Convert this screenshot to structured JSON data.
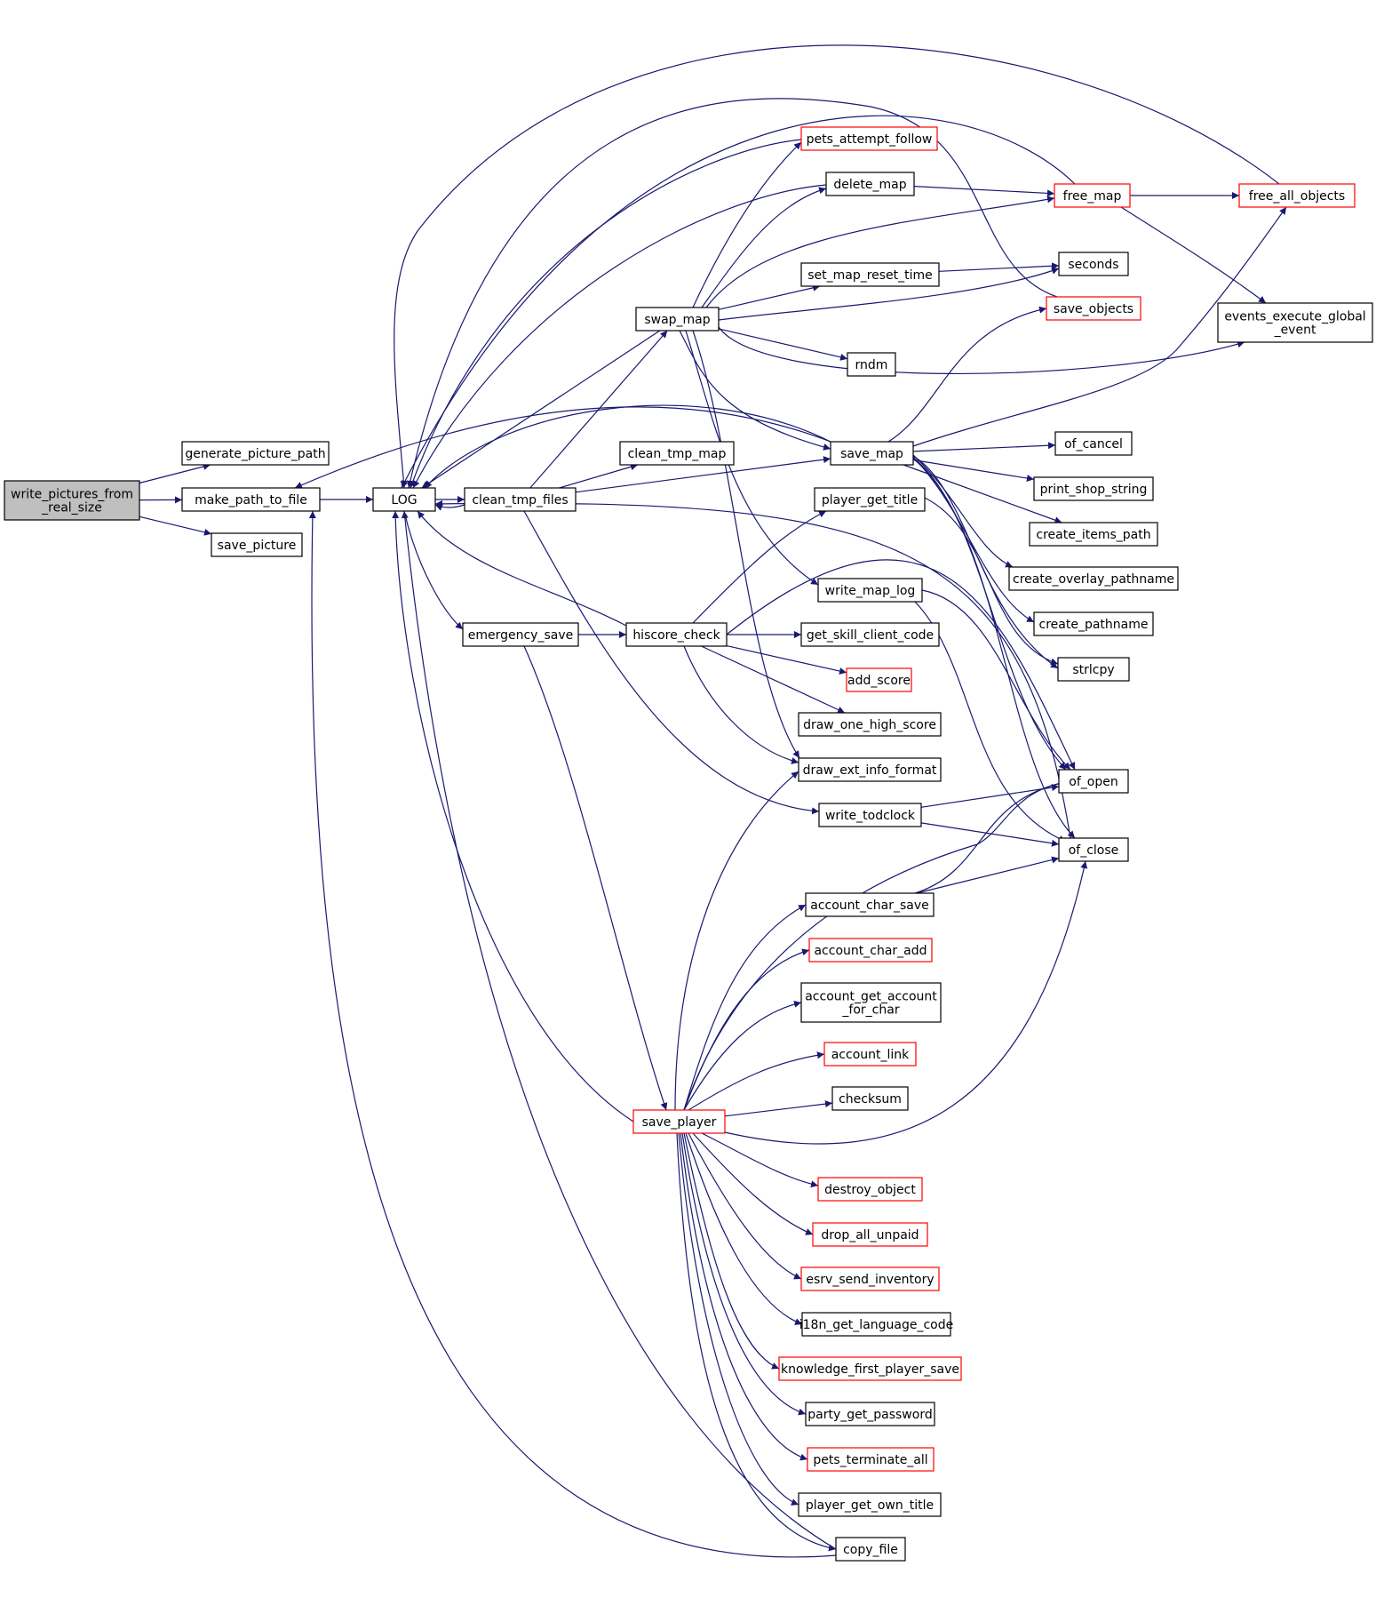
{
  "colors": {
    "edge": "#191970",
    "box_border_normal": "#000000",
    "box_border_truncated": "#ff0000",
    "root_fill": "#bfbfbf",
    "box_fill": "#ffffff"
  },
  "nodes": [
    {
      "id": "write_pictures_from_real_size",
      "lines": [
        "write_pictures_from",
        "_real_size"
      ],
      "root": true,
      "truncated": false
    },
    {
      "id": "generate_picture_path",
      "lines": [
        "generate_picture_path"
      ],
      "truncated": false
    },
    {
      "id": "make_path_to_file",
      "lines": [
        "make_path_to_file"
      ],
      "truncated": false
    },
    {
      "id": "save_picture",
      "lines": [
        "save_picture"
      ],
      "truncated": false
    },
    {
      "id": "LOG",
      "lines": [
        "LOG"
      ],
      "truncated": false
    },
    {
      "id": "clean_tmp_files",
      "lines": [
        "clean_tmp_files"
      ],
      "truncated": false
    },
    {
      "id": "emergency_save",
      "lines": [
        "emergency_save"
      ],
      "truncated": false
    },
    {
      "id": "save_player",
      "lines": [
        "save_player"
      ],
      "truncated": true
    },
    {
      "id": "swap_map",
      "lines": [
        "swap_map"
      ],
      "truncated": false
    },
    {
      "id": "clean_tmp_map",
      "lines": [
        "clean_tmp_map"
      ],
      "truncated": false
    },
    {
      "id": "hiscore_check",
      "lines": [
        "hiscore_check"
      ],
      "truncated": false
    },
    {
      "id": "pets_attempt_follow",
      "lines": [
        "pets_attempt_follow"
      ],
      "truncated": true
    },
    {
      "id": "delete_map",
      "lines": [
        "delete_map"
      ],
      "truncated": false
    },
    {
      "id": "set_map_reset_time",
      "lines": [
        "set_map_reset_time"
      ],
      "truncated": false
    },
    {
      "id": "rndm",
      "lines": [
        "rndm"
      ],
      "truncated": false
    },
    {
      "id": "save_map",
      "lines": [
        "save_map"
      ],
      "truncated": false
    },
    {
      "id": "player_get_title",
      "lines": [
        "player_get_title"
      ],
      "truncated": false
    },
    {
      "id": "write_map_log",
      "lines": [
        "write_map_log"
      ],
      "truncated": false
    },
    {
      "id": "get_skill_client_code",
      "lines": [
        "get_skill_client_code"
      ],
      "truncated": false
    },
    {
      "id": "add_score",
      "lines": [
        "add_score"
      ],
      "truncated": true
    },
    {
      "id": "draw_one_high_score",
      "lines": [
        "draw_one_high_score"
      ],
      "truncated": false
    },
    {
      "id": "draw_ext_info_format",
      "lines": [
        "draw_ext_info_format"
      ],
      "truncated": false
    },
    {
      "id": "write_todclock",
      "lines": [
        "write_todclock"
      ],
      "truncated": false
    },
    {
      "id": "account_char_save",
      "lines": [
        "account_char_save"
      ],
      "truncated": false
    },
    {
      "id": "account_char_add",
      "lines": [
        "account_char_add"
      ],
      "truncated": true
    },
    {
      "id": "account_get_account_for_char",
      "lines": [
        "account_get_account",
        "_for_char"
      ],
      "truncated": false
    },
    {
      "id": "account_link",
      "lines": [
        "account_link"
      ],
      "truncated": true
    },
    {
      "id": "checksum",
      "lines": [
        "checksum"
      ],
      "truncated": false
    },
    {
      "id": "destroy_object",
      "lines": [
        "destroy_object"
      ],
      "truncated": true
    },
    {
      "id": "drop_all_unpaid",
      "lines": [
        "drop_all_unpaid"
      ],
      "truncated": true
    },
    {
      "id": "esrv_send_inventory",
      "lines": [
        "esrv_send_inventory"
      ],
      "truncated": true
    },
    {
      "id": "i18n_get_language_code",
      "lines": [
        "i18n_get_language_code"
      ],
      "truncated": false
    },
    {
      "id": "knowledge_first_player_save",
      "lines": [
        "knowledge_first_player_save"
      ],
      "truncated": true
    },
    {
      "id": "party_get_password",
      "lines": [
        "party_get_password"
      ],
      "truncated": false
    },
    {
      "id": "pets_terminate_all",
      "lines": [
        "pets_terminate_all"
      ],
      "truncated": true
    },
    {
      "id": "player_get_own_title",
      "lines": [
        "player_get_own_title"
      ],
      "truncated": false
    },
    {
      "id": "copy_file",
      "lines": [
        "copy_file"
      ],
      "truncated": false
    },
    {
      "id": "free_map",
      "lines": [
        "free_map"
      ],
      "truncated": true
    },
    {
      "id": "free_all_objects",
      "lines": [
        "free_all_objects"
      ],
      "truncated": true
    },
    {
      "id": "seconds",
      "lines": [
        "seconds"
      ],
      "truncated": false
    },
    {
      "id": "save_objects",
      "lines": [
        "save_objects"
      ],
      "truncated": true
    },
    {
      "id": "events_execute_global_event",
      "lines": [
        "events_execute_global",
        "_event"
      ],
      "truncated": false
    },
    {
      "id": "of_cancel",
      "lines": [
        "of_cancel"
      ],
      "truncated": false
    },
    {
      "id": "print_shop_string",
      "lines": [
        "print_shop_string"
      ],
      "truncated": false
    },
    {
      "id": "create_items_path",
      "lines": [
        "create_items_path"
      ],
      "truncated": false
    },
    {
      "id": "create_overlay_pathname",
      "lines": [
        "create_overlay_pathname"
      ],
      "truncated": false
    },
    {
      "id": "create_pathname",
      "lines": [
        "create_pathname"
      ],
      "truncated": false
    },
    {
      "id": "strlcpy",
      "lines": [
        "strlcpy"
      ],
      "truncated": false
    },
    {
      "id": "of_open",
      "lines": [
        "of_open"
      ],
      "truncated": false
    },
    {
      "id": "of_close",
      "lines": [
        "of_close"
      ],
      "truncated": false
    }
  ],
  "edges": [
    [
      "write_pictures_from_real_size",
      "generate_picture_path"
    ],
    [
      "write_pictures_from_real_size",
      "make_path_to_file"
    ],
    [
      "write_pictures_from_real_size",
      "save_picture"
    ],
    [
      "make_path_to_file",
      "LOG"
    ],
    [
      "LOG",
      "clean_tmp_files"
    ],
    [
      "LOG",
      "emergency_save"
    ],
    [
      "clean_tmp_files",
      "LOG"
    ],
    [
      "clean_tmp_files",
      "swap_map"
    ],
    [
      "clean_tmp_files",
      "clean_tmp_map"
    ],
    [
      "clean_tmp_files",
      "save_map"
    ],
    [
      "clean_tmp_files",
      "write_todclock"
    ],
    [
      "emergency_save",
      "hiscore_check"
    ],
    [
      "emergency_save",
      "save_player"
    ],
    [
      "swap_map",
      "LOG"
    ],
    [
      "swap_map",
      "pets_attempt_follow"
    ],
    [
      "swap_map",
      "delete_map"
    ],
    [
      "swap_map",
      "free_map"
    ],
    [
      "swap_map",
      "set_map_reset_time"
    ],
    [
      "swap_map",
      "seconds"
    ],
    [
      "swap_map",
      "rndm"
    ],
    [
      "swap_map",
      "events_execute_global_event"
    ],
    [
      "swap_map",
      "save_map"
    ],
    [
      "swap_map",
      "write_map_log"
    ],
    [
      "swap_map",
      "draw_ext_info_format"
    ],
    [
      "hiscore_check",
      "LOG"
    ],
    [
      "hiscore_check",
      "player_get_title"
    ],
    [
      "hiscore_check",
      "get_skill_client_code"
    ],
    [
      "hiscore_check",
      "add_score"
    ],
    [
      "hiscore_check",
      "draw_one_high_score"
    ],
    [
      "hiscore_check",
      "draw_ext_info_format"
    ],
    [
      "hiscore_check",
      "of_open"
    ],
    [
      "pets_attempt_follow",
      "LOG"
    ],
    [
      "delete_map",
      "LOG"
    ],
    [
      "delete_map",
      "free_map"
    ],
    [
      "set_map_reset_time",
      "seconds"
    ],
    [
      "save_map",
      "LOG"
    ],
    [
      "save_map",
      "make_path_to_file"
    ],
    [
      "save_map",
      "free_all_objects"
    ],
    [
      "save_map",
      "save_objects"
    ],
    [
      "save_map",
      "of_cancel"
    ],
    [
      "save_map",
      "print_shop_string"
    ],
    [
      "save_map",
      "create_items_path"
    ],
    [
      "save_map",
      "create_overlay_pathname"
    ],
    [
      "save_map",
      "create_pathname"
    ],
    [
      "save_map",
      "strlcpy"
    ],
    [
      "save_map",
      "of_open"
    ],
    [
      "save_map",
      "of_close"
    ],
    [
      "player_get_title",
      "strlcpy"
    ],
    [
      "write_map_log",
      "of_open"
    ],
    [
      "write_map_log",
      "of_close"
    ],
    [
      "write_todclock",
      "of_open"
    ],
    [
      "write_todclock",
      "of_close"
    ],
    [
      "free_map",
      "LOG"
    ],
    [
      "free_map",
      "free_all_objects"
    ],
    [
      "free_map",
      "events_execute_global_event"
    ],
    [
      "free_all_objects",
      "LOG"
    ],
    [
      "save_objects",
      "LOG"
    ],
    [
      "account_char_save",
      "of_open"
    ],
    [
      "account_char_save",
      "of_close"
    ],
    [
      "save_player",
      "LOG"
    ],
    [
      "save_player",
      "draw_ext_info_format"
    ],
    [
      "save_player",
      "account_char_save"
    ],
    [
      "save_player",
      "account_char_add"
    ],
    [
      "save_player",
      "account_get_account_for_char"
    ],
    [
      "save_player",
      "account_link"
    ],
    [
      "save_player",
      "checksum"
    ],
    [
      "save_player",
      "destroy_object"
    ],
    [
      "save_player",
      "drop_all_unpaid"
    ],
    [
      "save_player",
      "esrv_send_inventory"
    ],
    [
      "save_player",
      "i18n_get_language_code"
    ],
    [
      "save_player",
      "knowledge_first_player_save"
    ],
    [
      "save_player",
      "party_get_password"
    ],
    [
      "save_player",
      "pets_terminate_all"
    ],
    [
      "save_player",
      "player_get_own_title"
    ],
    [
      "save_player",
      "copy_file"
    ],
    [
      "save_player",
      "of_close"
    ],
    [
      "save_player",
      "of_open"
    ],
    [
      "copy_file",
      "LOG"
    ],
    [
      "copy_file",
      "make_path_to_file"
    ],
    [
      "of_close",
      "LOG"
    ]
  ]
}
